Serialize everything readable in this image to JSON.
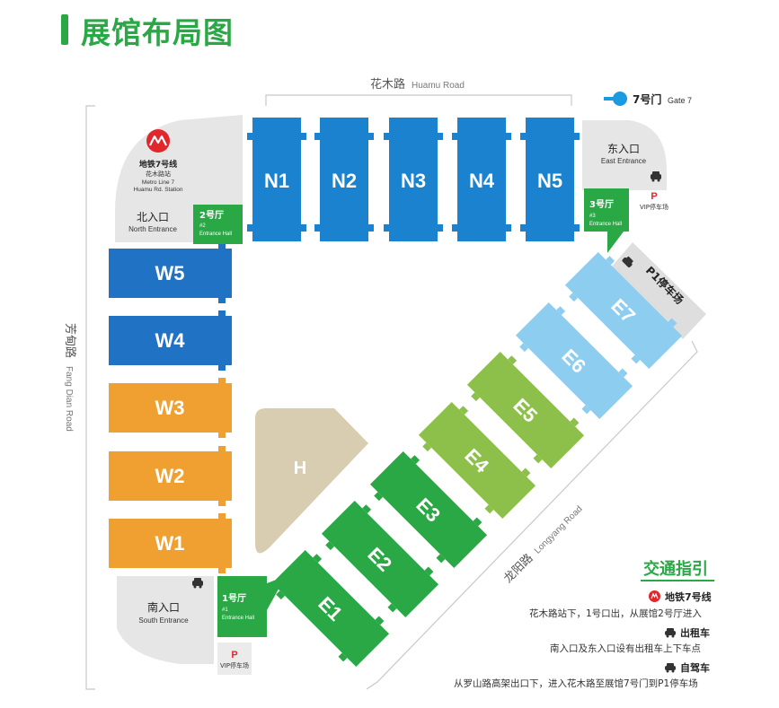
{
  "title": "展馆布局图",
  "roads": {
    "north_cn": "花木路",
    "north_en": "Huamu Road",
    "west_cn": "芳甸路",
    "west_en": "Fang Dian Road",
    "east_cn": "龙阳路",
    "east_en": "Longyang Road"
  },
  "gate7": {
    "cn": "7号门",
    "en": "Gate 7"
  },
  "metro": {
    "cn": "地铁7号线",
    "cn2": "花木路站",
    "en1": "Metro Line 7",
    "en2": "Huamu Rd. Station"
  },
  "entrances": {
    "north": {
      "cn": "北入口",
      "en": "North Entrance"
    },
    "east": {
      "cn": "东入口",
      "en": "East Entrance"
    },
    "south": {
      "cn": "南入口",
      "en": "South Entrance"
    }
  },
  "entrance_halls": {
    "hall2": {
      "cn": "2号厅",
      "num": "#2",
      "en": "Entrance Hall"
    },
    "hall3": {
      "cn": "3号厅",
      "num": "#3",
      "en": "Entrance Hall"
    },
    "hall1": {
      "cn": "1号厅",
      "num": "#1",
      "en": "Entrance Hall"
    }
  },
  "parking": {
    "vip_letter": "P",
    "vip_label": "VIP停车场",
    "p1_label": "P1停车场"
  },
  "halls": {
    "north": [
      "N1",
      "N2",
      "N3",
      "N4",
      "N5"
    ],
    "west": [
      "W5",
      "W4",
      "W3",
      "W2",
      "W1"
    ],
    "east": [
      "E7",
      "E6",
      "E5",
      "E4",
      "E3",
      "E2",
      "E1"
    ],
    "center": "H"
  },
  "colors": {
    "north_blue": "#1a82cf",
    "west_blue": "#1f72c4",
    "west_orange": "#f0a031",
    "east_light_blue": "#8dcdf0",
    "east_light_green": "#8dc04b",
    "east_green": "#2aa845",
    "center_beige": "#d8cdb1",
    "area_gray": "#e6e6e6"
  },
  "guide": {
    "title": "交通指引",
    "metro_head": "地铁7号线",
    "metro_text": "花木路站下，1号口出，从展馆2号厅进入",
    "taxi_head": "出租车",
    "taxi_text": "南入口及东入口设有出租车上下车点",
    "car_head": "自驾车",
    "car_text": "从罗山路高架出口下，进入花木路至展馆7号门到P1停车场"
  }
}
